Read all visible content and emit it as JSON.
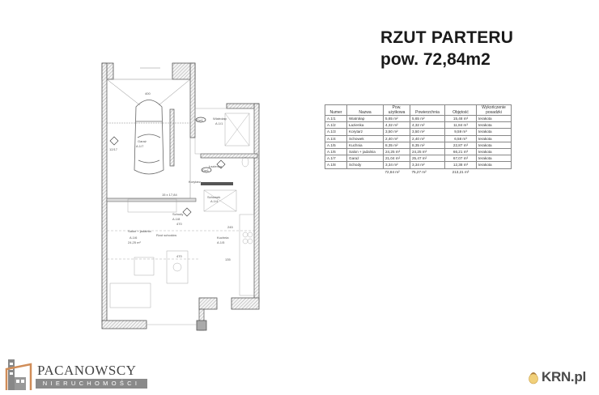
{
  "header": {
    "title": "RZUT PARTERU",
    "subtitle": "pow. 72,84m2"
  },
  "table": {
    "headers": [
      "Numer",
      "Nazwa",
      "Pow. użytkowa",
      "Powierzchnia",
      "Objętość",
      "Wykończenie posadzki"
    ],
    "rows": [
      {
        "numer": "A.1/1",
        "nazwa": "Wiatrołap",
        "pow_uzytkowa": "5,65 m²",
        "powierzchnia": "5,65 m²",
        "objetosc": "15,48 m³",
        "wykonczenie": "terakota"
      },
      {
        "numer": "A.1/2",
        "nazwa": "Łazienka",
        "pow_uzytkowa": "4,32 m²",
        "powierzchnia": "4,32 m²",
        "objetosc": "11,84 m³",
        "wykonczenie": "terakota"
      },
      {
        "numer": "A.1/3",
        "nazwa": "Korytarz",
        "pow_uzytkowa": "3,50 m²",
        "powierzchnia": "3,50 m²",
        "objetosc": "9,59 m³",
        "wykonczenie": "terakota"
      },
      {
        "numer": "A.1/4",
        "nazwa": "Schowek",
        "pow_uzytkowa": "2,40 m²",
        "powierzchnia": "2,40 m²",
        "objetosc": "6,58 m³",
        "wykonczenie": "terakota"
      },
      {
        "numer": "A.1/5",
        "nazwa": "Kuchnia",
        "pow_uzytkowa": "8,35 m²",
        "powierzchnia": "8,35 m²",
        "objetosc": "22,87 m³",
        "wykonczenie": "terakota"
      },
      {
        "numer": "A.1/6",
        "nazwa": "Salon + jadalnia",
        "pow_uzytkowa": "24,25 m²",
        "powierzchnia": "24,25 m²",
        "objetosc": "66,21 m³",
        "wykonczenie": "terakota"
      },
      {
        "numer": "A.1/7",
        "nazwa": "Garaż",
        "pow_uzytkowa": "21,04 m²",
        "powierzchnia": "25,47 m²",
        "objetosc": "67,07 m³",
        "wykonczenie": "terakota"
      },
      {
        "numer": "A.1/8",
        "nazwa": "Schody",
        "pow_uzytkowa": "3,34 m²",
        "powierzchnia": "3,34 m²",
        "objetosc": "12,38 m³",
        "wykonczenie": "terakota"
      }
    ],
    "totals": {
      "pow_uzytkowa": "72,84 m²",
      "powierzchnia": "75,27 m²",
      "objetosc": "213,21 m³"
    }
  },
  "plan": {
    "labels": {
      "garage": "Garaż",
      "garage_code": "A.1/7",
      "vestibule": "Wiatrołap",
      "vestibule_code": "A.1/1",
      "bathroom": "Łazienka",
      "bathroom_code": "A.1/2",
      "corridor": "Korytarz",
      "corridor_code": "A.1/3",
      "storage": "Schowek",
      "storage_code": "A.1/4",
      "kitchen": "Kuchnia",
      "kitchen_code": "A.1/5",
      "living": "Salon + jadalnia",
      "living_code": "A.1/6",
      "living_area": "24,25 m²",
      "stairs": "Schody",
      "stairs_code": "A.1/8",
      "projection_note": "Rzut schodów",
      "door_label": "Dw1",
      "dim_470": "470",
      "dim_245": "245",
      "dim_400": "400",
      "dim_135": "135",
      "level_mark": "12/17",
      "stair_note": "15 x 17,84"
    }
  },
  "logos": {
    "left_brand": "PACANOWSCY",
    "left_sub": "NIERUCHOMOŚCI",
    "right_brand": "KRN.pl"
  }
}
